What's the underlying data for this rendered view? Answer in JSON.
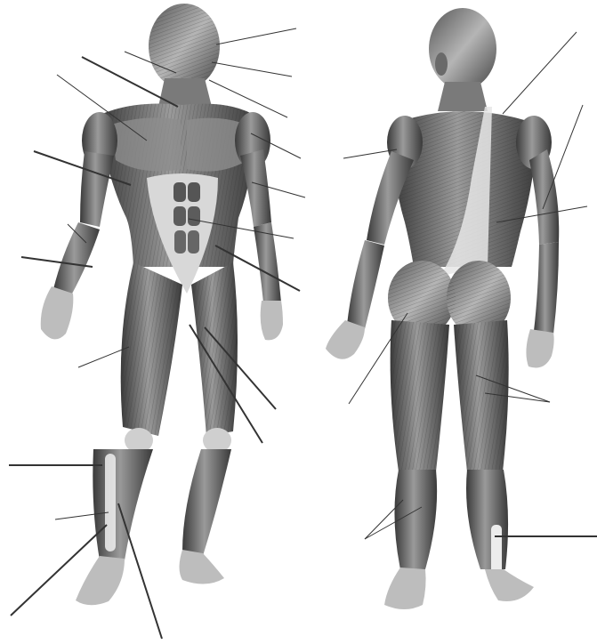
{
  "diagram": {
    "views": [
      {
        "id": "anterior",
        "name": ""
      },
      {
        "id": "posterior",
        "name": ""
      }
    ],
    "colors": {
      "background": "#ffffff",
      "skin_light": "#e4e4e4",
      "muscle_mid": "#8c8c8c",
      "muscle_dark": "#3a3a3a",
      "tendon": "#f2f2f2",
      "leader": "#333333"
    },
    "leader_style": [
      "thin",
      "thick"
    ],
    "label_text": []
  }
}
